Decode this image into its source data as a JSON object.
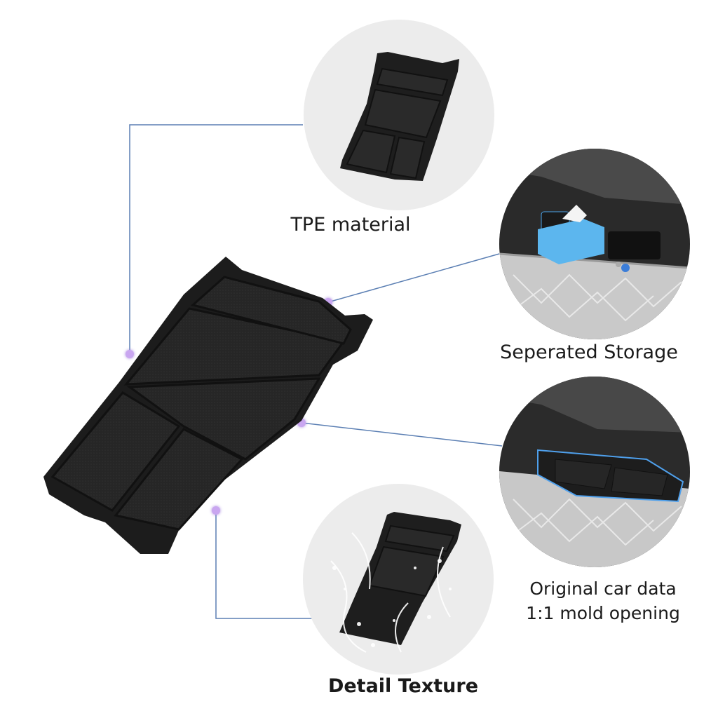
{
  "features": [
    {
      "id": "tpe",
      "label": "TPE material"
    },
    {
      "id": "storage",
      "label": "Seperated Storage"
    },
    {
      "id": "mold",
      "lines": [
        "Original car data",
        "1:1 mold opening"
      ]
    },
    {
      "id": "texture",
      "label": "Detail Texture"
    }
  ],
  "colors": {
    "connector_line": "#5b7fb3",
    "connector_dot": "#c9a6f0",
    "tray": "#1e1e1e",
    "circle_bg": "#ececec",
    "accent_blue": "#3d8fd6"
  }
}
